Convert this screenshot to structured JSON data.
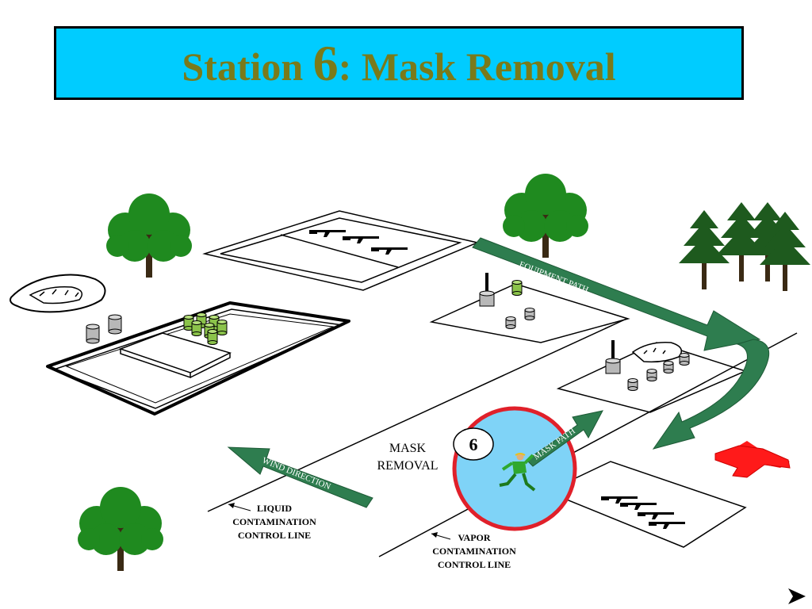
{
  "title": {
    "prefix": "Station",
    "number": "6",
    "suffix": ": Mask Removal",
    "text_color": "#7a7a1a",
    "banner_color": "#00ccff"
  },
  "labels": {
    "equipment_path": "EQUIPMENT PATH",
    "mask_path": "MASK PATH",
    "wind_direction": "WIND DIRECTION",
    "station_number": "6",
    "mask_removal_line1": "MASK",
    "mask_removal_line2": "REMOVAL",
    "liquid_line1": "LIQUID",
    "liquid_line2": "CONTAMINATION",
    "liquid_line3": "CONTROL LINE",
    "vapor_line1": "VAPOR",
    "vapor_line2": "CONTAMINATION",
    "vapor_line3": "CONTROL LINE"
  },
  "colors": {
    "arrow_green": "#2e7d4f",
    "circle_fill": "#7fd3f7",
    "circle_border": "#e0202a",
    "red_cross": "#ff1a1a",
    "tree_green": "#1f8a1f",
    "trunk": "#3a2a14",
    "can_green": "#8bc34a",
    "can_gray": "#b8b8b8"
  },
  "icons": {
    "next_slide": "next-arrow-icon"
  }
}
